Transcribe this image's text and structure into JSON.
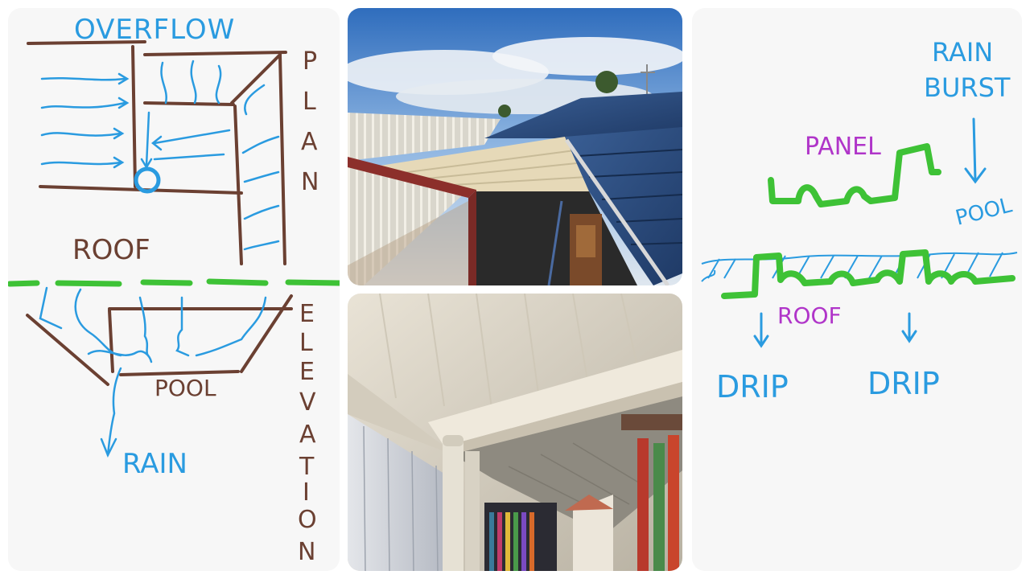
{
  "left_sketch": {
    "top_label": "OVERFLOW",
    "plan_letters": [
      "P",
      "L",
      "A",
      "N"
    ],
    "roof_label": "ROOF",
    "elevation_letters": [
      "E",
      "L",
      "E",
      "V",
      "A",
      "T",
      "I",
      "O",
      "N"
    ],
    "pool_label": "POOL",
    "rain_label": "RAIN"
  },
  "right_sketch": {
    "rain_label": "RAIN",
    "burst_label": "BURST",
    "panel_label": "PANEL",
    "pool_label": "POOL",
    "roof_label": "ROOF",
    "drip_left": "DRIP",
    "drip_right": "DRIP"
  },
  "colors": {
    "blue_ink": "#2a9be0",
    "brown_ink": "#6b4032",
    "green_ink": "#3ec236",
    "purple_ink": "#b035c9",
    "sketch_bg": "#f7f7f7"
  }
}
